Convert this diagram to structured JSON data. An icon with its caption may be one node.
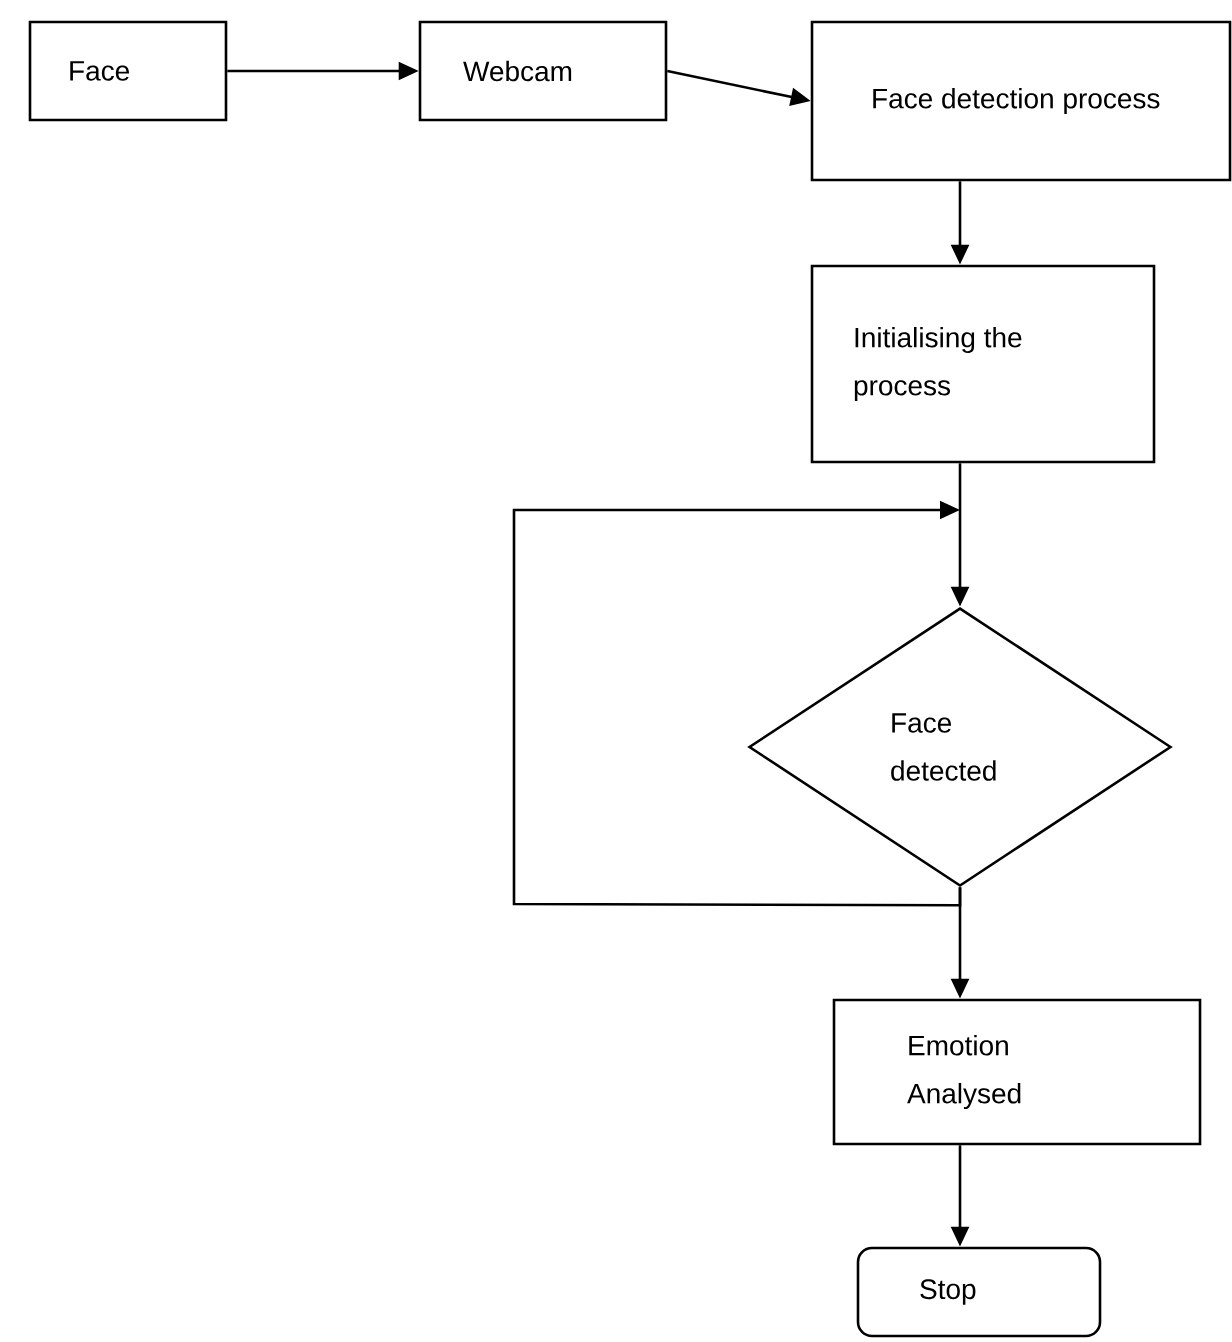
{
  "diagram": {
    "nodes": [
      {
        "text": [
          "Face"
        ]
      },
      {
        "text": [
          "Webcam"
        ]
      },
      {
        "text": [
          "Face detection process"
        ]
      },
      {
        "text": [
          "Initialising the process"
        ]
      },
      {
        "text": [
          "Face detected"
        ]
      },
      {
        "text": [
          "Emotion Analysed"
        ]
      },
      {
        "text": [
          "Stop"
        ]
      }
    ],
    "edges": [
      {
        "from": 0,
        "to": 1,
        "arrow": "to"
      },
      {
        "from": 1,
        "to": 2,
        "arrow": "to"
      },
      {
        "from": 2,
        "to": 3,
        "arrow": "to"
      },
      {
        "from": 3,
        "to": 4,
        "arrow": "to"
      },
      {
        "from": 4,
        "to": 3,
        "arrow": "to"
      },
      {
        "from": 4,
        "to": 5,
        "arrow": "to"
      },
      {
        "from": 5,
        "to": 6,
        "arrow": "to"
      }
    ]
  }
}
